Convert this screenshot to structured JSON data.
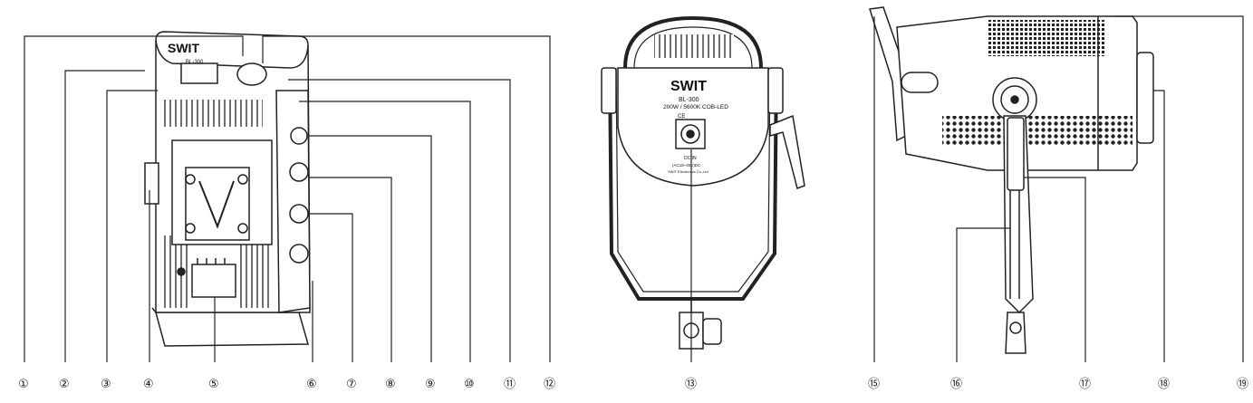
{
  "device_labels": {
    "brand": "SWIT",
    "model": "BL-300",
    "spec": "200W / 5600K COB-LED",
    "cert": "CE",
    "input": "DC IN",
    "volt": "(AC18~30V)DC",
    "maker": "SWIT Electronics Co.,Ltd"
  },
  "callouts": [
    {
      "id": "c1",
      "text": "①"
    },
    {
      "id": "c2",
      "text": "②"
    },
    {
      "id": "c3",
      "text": "③"
    },
    {
      "id": "c4",
      "text": "④"
    },
    {
      "id": "c5",
      "text": "⑤"
    },
    {
      "id": "c6",
      "text": "⑥"
    },
    {
      "id": "c7",
      "text": "⑦"
    },
    {
      "id": "c8",
      "text": "⑧"
    },
    {
      "id": "c9",
      "text": "⑨"
    },
    {
      "id": "c10",
      "text": "⑩"
    },
    {
      "id": "c11",
      "text": "⑪"
    },
    {
      "id": "c12",
      "text": "⑫"
    },
    {
      "id": "c13",
      "text": "⑬"
    },
    {
      "id": "c15",
      "text": "⑮"
    },
    {
      "id": "c16",
      "text": "⑯"
    },
    {
      "id": "c17",
      "text": "⑰"
    },
    {
      "id": "c18",
      "text": "⑱"
    },
    {
      "id": "c19",
      "text": "⑲"
    }
  ]
}
